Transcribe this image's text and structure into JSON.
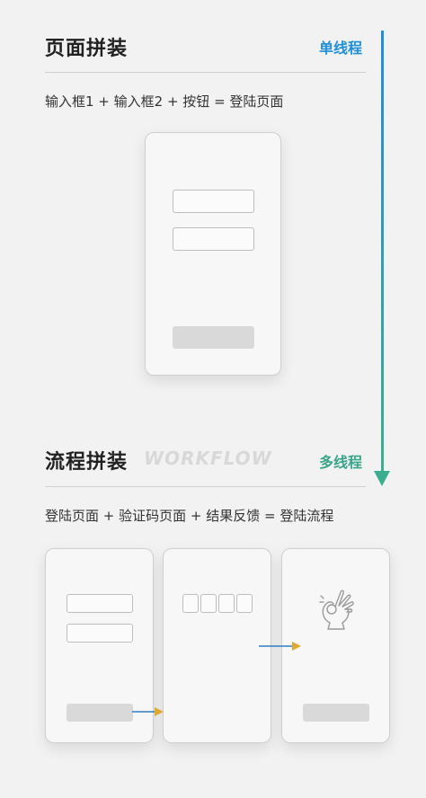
{
  "section1": {
    "title": "页面拼装",
    "thread_label": "单线程",
    "formula": "输入框1 + 输入框2 + 按钮 = 登陆页面"
  },
  "section2": {
    "title": "流程拼装",
    "watermark": "WORKFLOW",
    "thread_label": "多线程",
    "formula": "登陆页面 +  验证码页面 + 结果反馈 = 登陆流程"
  },
  "colors": {
    "single_thread_label": "#1f8fd6",
    "multi_thread_label": "#3aa58a",
    "arrow_top": "#1f8fd6",
    "arrow_bottom": "#3aaf8f",
    "flow_arrow_line": "#2e7fc2",
    "flow_arrow_head": "#e0a82e",
    "mock_button": "#d9d9d9",
    "mock_border": "#bdbdbd"
  },
  "icons": {
    "vertical_arrow": "down-arrow-icon",
    "flow_arrow": "right-arrow-icon",
    "result_illustration": "ok-hand-icon"
  }
}
